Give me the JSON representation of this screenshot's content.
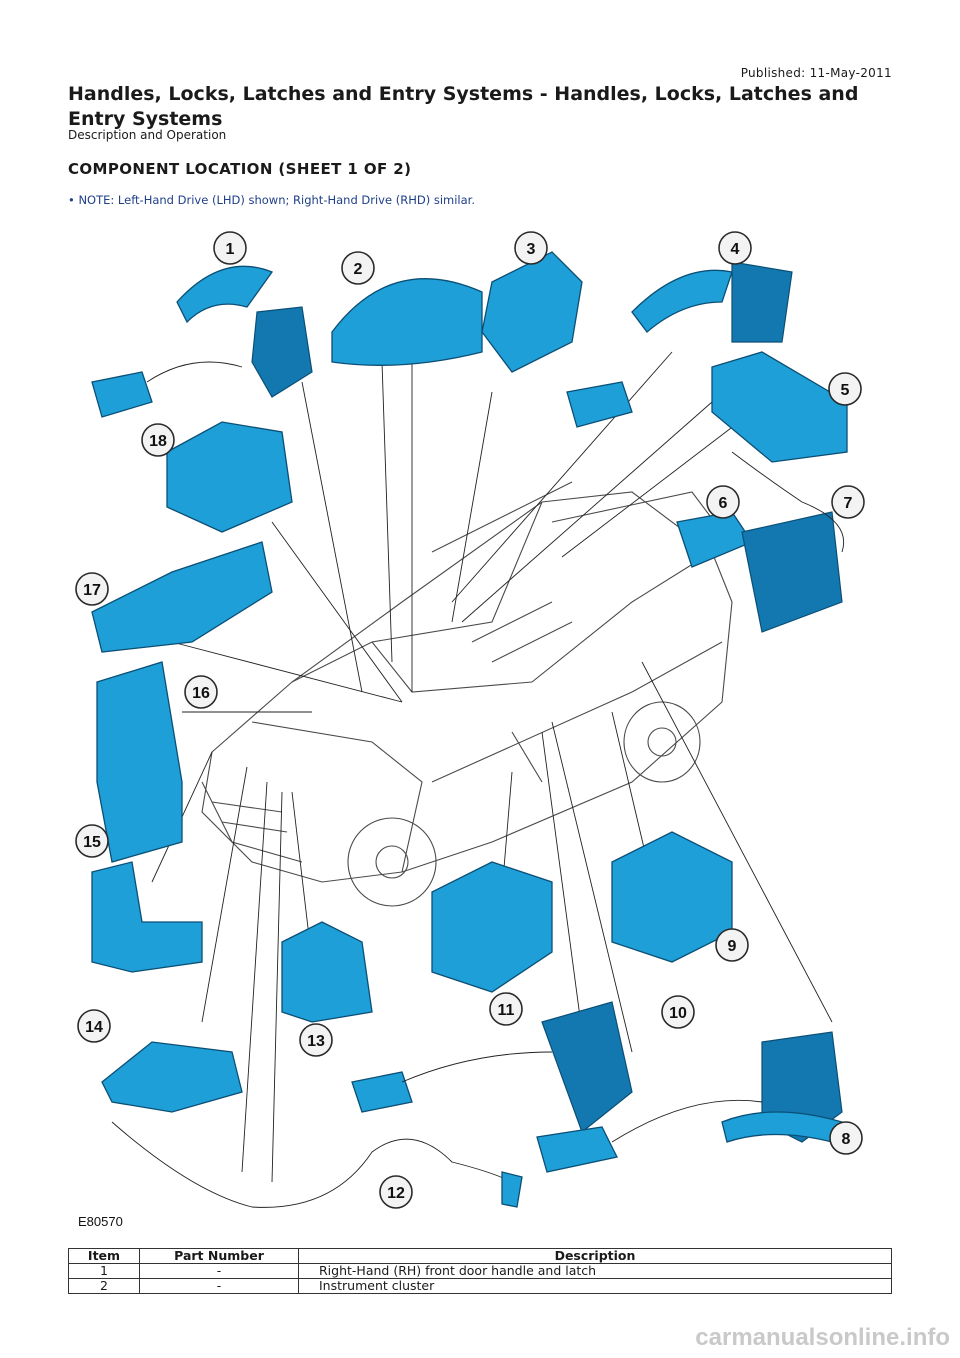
{
  "header": {
    "published": "Published: 11-May-2011",
    "title": "Handles, Locks, Latches and Entry Systems - Handles, Locks, Latches and Entry Systems",
    "subtitle": "Description and Operation"
  },
  "section": {
    "heading": "COMPONENT LOCATION (SHEET 1 OF 2)",
    "note": "• NOTE: Left-Hand Drive (LHD) shown; Right-Hand Drive (RHD) similar."
  },
  "figure": {
    "id": "E80570",
    "callouts": [
      "1",
      "2",
      "3",
      "4",
      "5",
      "6",
      "7",
      "8",
      "9",
      "10",
      "11",
      "12",
      "13",
      "14",
      "15",
      "16",
      "17",
      "18"
    ],
    "component_color": "#1f9fd8"
  },
  "table": {
    "headers": [
      "Item",
      "Part Number",
      "Description"
    ],
    "rows": [
      {
        "item": "1",
        "part": "-",
        "desc": "Right-Hand (RH) front door handle and latch"
      },
      {
        "item": "2",
        "part": "-",
        "desc": "Instrument cluster"
      }
    ]
  },
  "footer": {
    "watermark": "carmanualsonline.info"
  }
}
